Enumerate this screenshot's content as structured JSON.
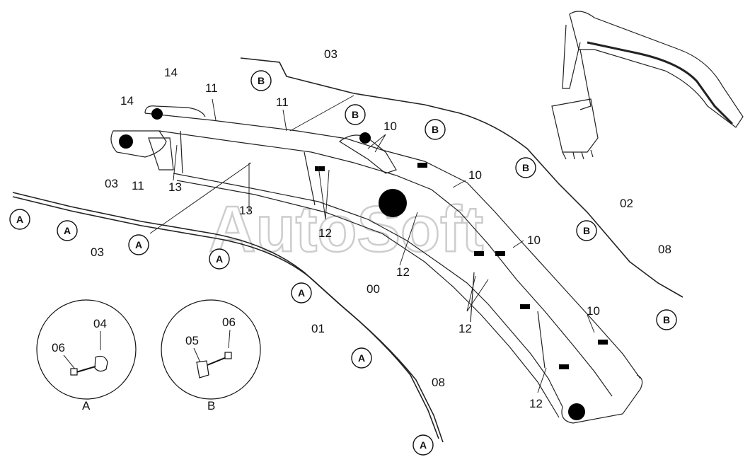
{
  "watermark": "AutoSoft",
  "part_labels": {
    "p03_top": "03",
    "p03_left": "03",
    "p03_left2": "03",
    "p02": "02",
    "p00": "00",
    "p01": "01",
    "p08_right": "08",
    "p08_bottom": "08",
    "p14_a": "14",
    "p14_b": "14",
    "p11_a": "11",
    "p11_b": "11",
    "p11_c": "11",
    "p13_a": "13",
    "p13_b": "13",
    "p12_a": "12",
    "p12_b": "12",
    "p12_c": "12",
    "p12_d": "12",
    "p10_a": "10",
    "p10_b": "10",
    "p10_c": "10",
    "p10_d": "10"
  },
  "callouts": {
    "a1": "A",
    "a2": "A",
    "a3": "A",
    "a4": "A",
    "a5": "A",
    "a6": "A",
    "a7": "A",
    "b1": "B",
    "b2": "B",
    "b3": "B",
    "b4": "B",
    "b5": "B",
    "b6": "B"
  },
  "detail_A": {
    "title": "A",
    "part_04": "04",
    "part_06": "06"
  },
  "detail_B": {
    "title": "B",
    "part_05": "05",
    "part_06": "06"
  }
}
